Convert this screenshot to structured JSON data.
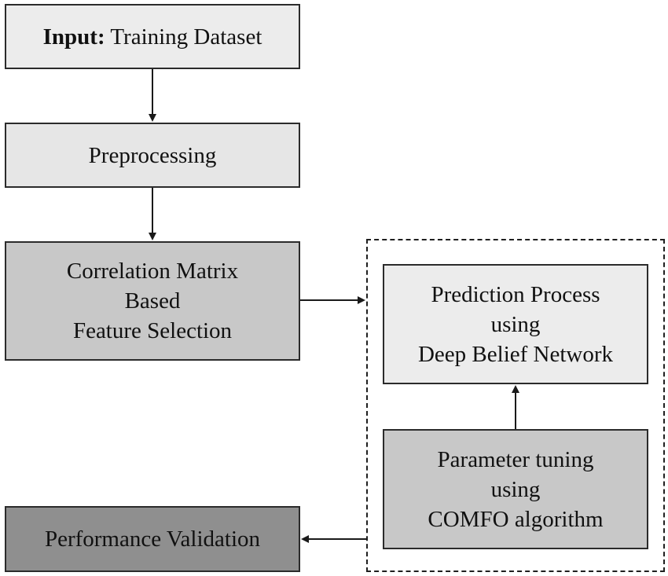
{
  "nodes": {
    "input": {
      "prefix": "Input:",
      "text": "Training Dataset"
    },
    "preprocessing": {
      "lines": [
        "Preprocessing"
      ]
    },
    "feature_selection": {
      "lines": [
        "Correlation Matrix",
        "Based",
        "Feature Selection"
      ]
    },
    "prediction": {
      "lines": [
        "Prediction Process",
        "using",
        "Deep Belief Network"
      ]
    },
    "tuning": {
      "lines": [
        "Parameter tuning",
        "using",
        "COMFO algorithm"
      ]
    },
    "validation": {
      "lines": [
        "Performance Validation"
      ]
    }
  },
  "colors": {
    "light": "#ececec",
    "mid": "#c8c8c8",
    "dark": "#8f8f8f",
    "border": "#2b2b2b"
  }
}
